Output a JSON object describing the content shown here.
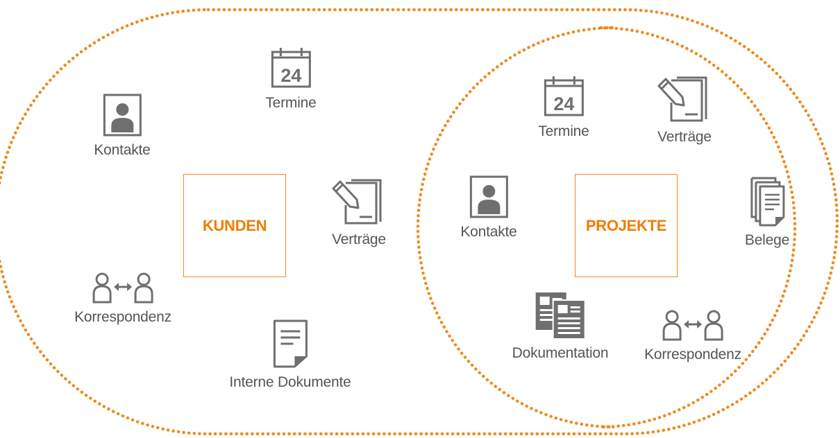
{
  "colors": {
    "accent": "#ef7d00",
    "icon": "#6f6f6f",
    "text": "#555555"
  },
  "kunden": {
    "title": "KUNDEN",
    "items": {
      "termine": {
        "label": "Termine",
        "icon": "calendar-icon",
        "day": "24"
      },
      "kontakte": {
        "label": "Kontakte",
        "icon": "contact-icon"
      },
      "vertraege": {
        "label": "Verträge",
        "icon": "contract-icon"
      },
      "korrespondenz": {
        "label": "Korrespondenz",
        "icon": "correspondence-icon"
      },
      "interne_dokumente": {
        "label": "Interne Dokumente",
        "icon": "document-icon"
      }
    }
  },
  "projekte": {
    "title": "PROJEKTE",
    "items": {
      "termine": {
        "label": "Termine",
        "icon": "calendar-icon",
        "day": "24"
      },
      "vertraege": {
        "label": "Verträge",
        "icon": "contract-icon"
      },
      "kontakte": {
        "label": "Kontakte",
        "icon": "contact-icon"
      },
      "belege": {
        "label": "Belege",
        "icon": "receipts-icon"
      },
      "dokumentation": {
        "label": "Dokumentation",
        "icon": "documentation-icon"
      },
      "korrespondenz": {
        "label": "Korrespondenz",
        "icon": "correspondence-icon"
      }
    }
  }
}
